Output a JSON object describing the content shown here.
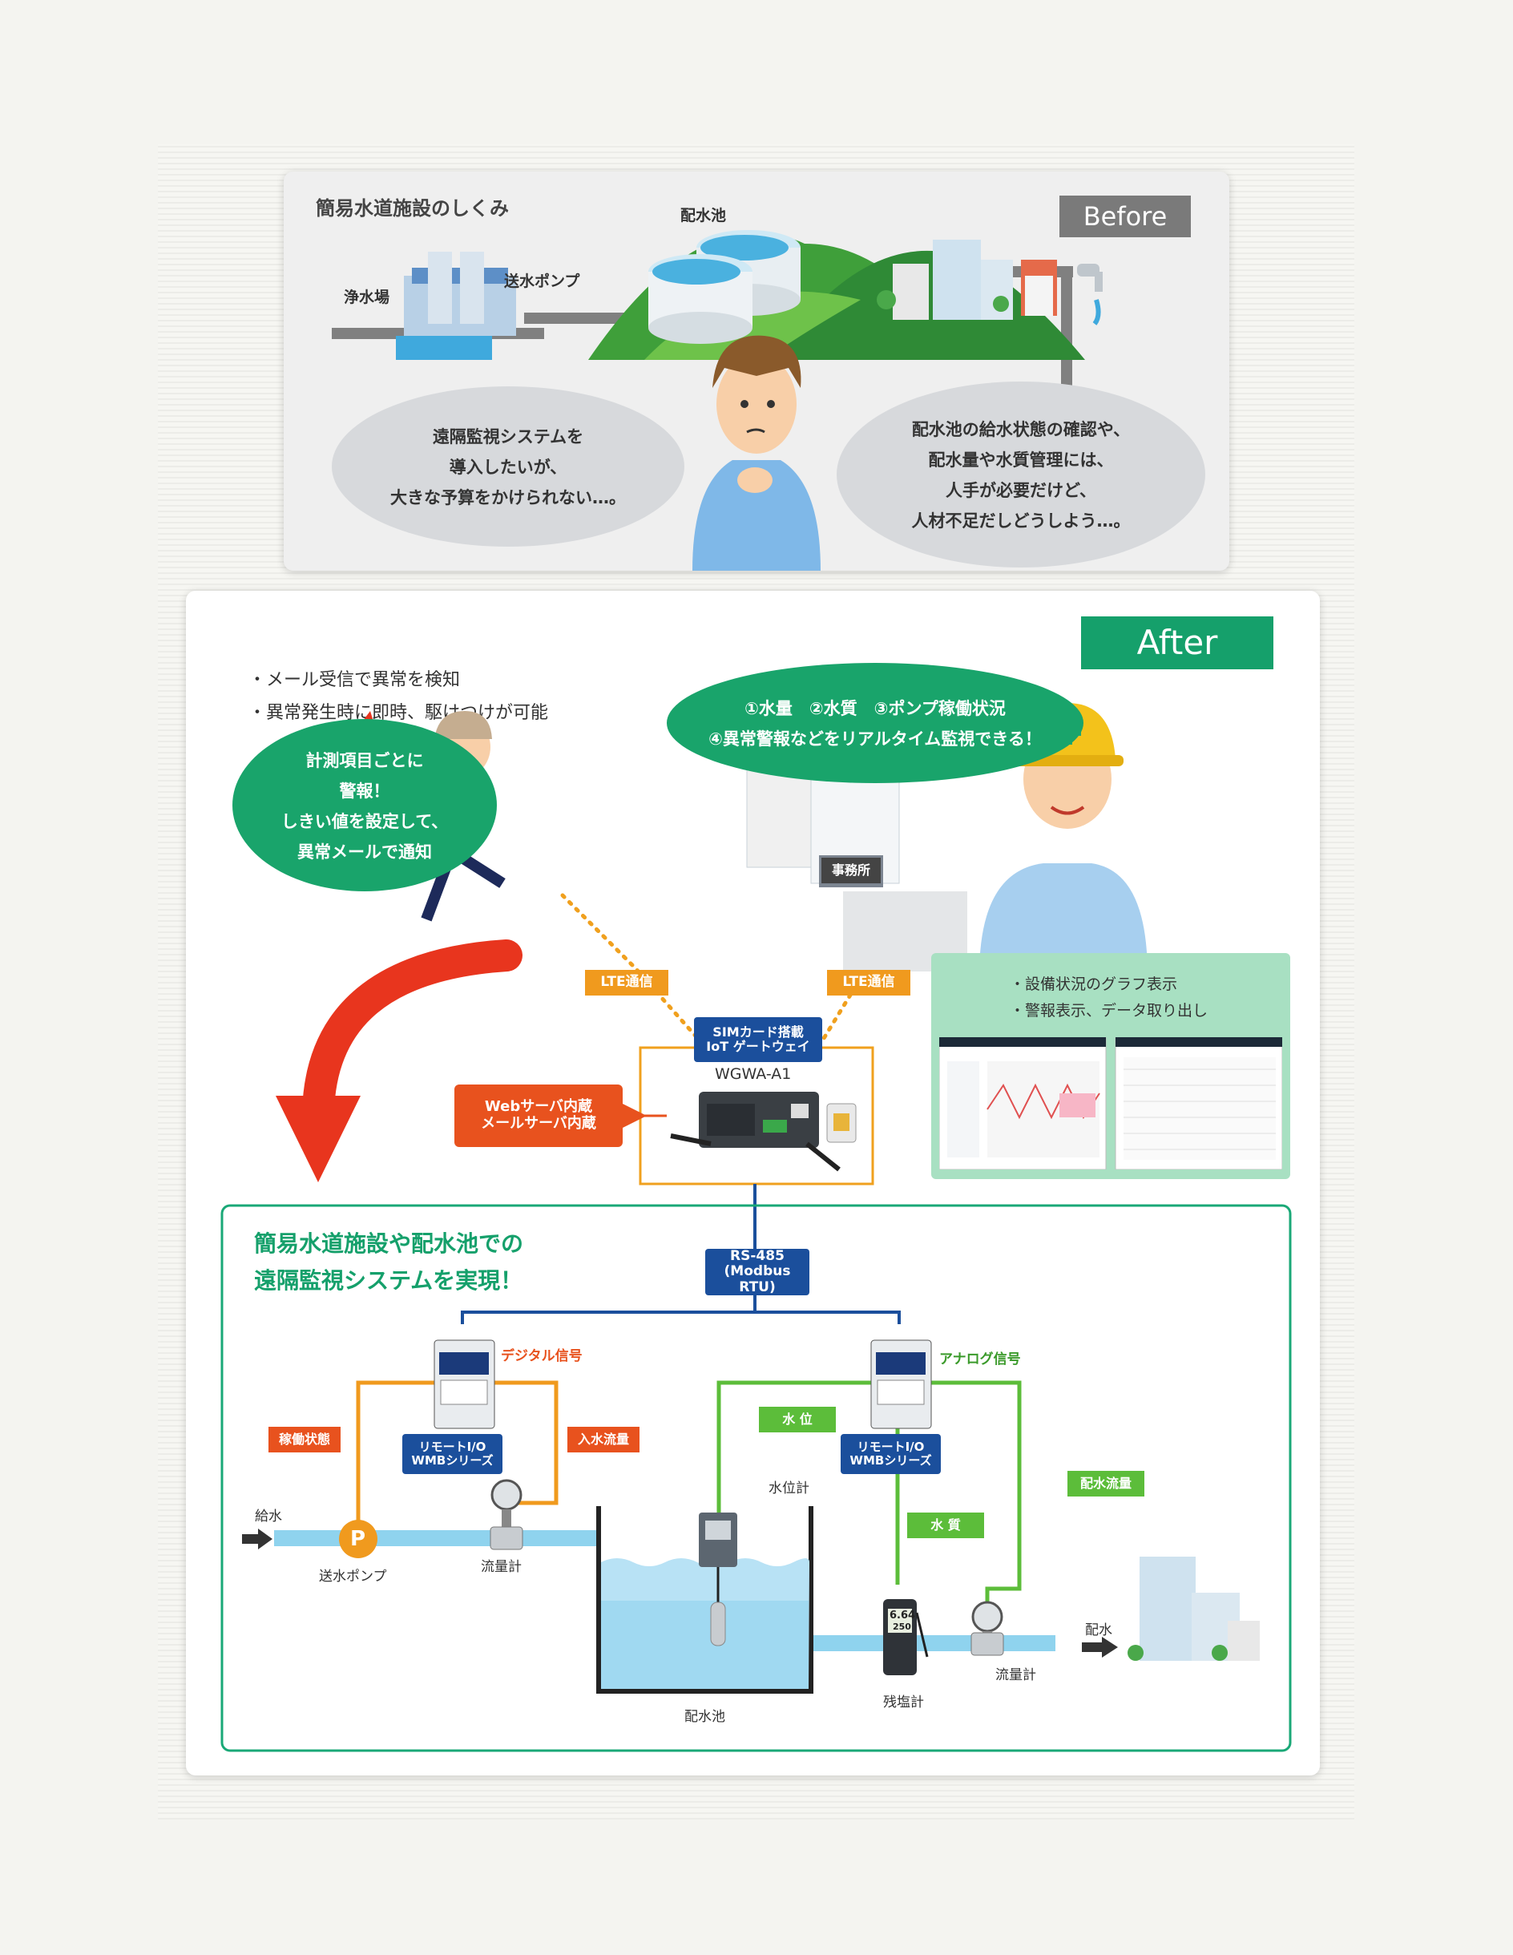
{
  "before": {
    "title": "簡易水道施設のしくみ",
    "badge": "Before",
    "labels": {
      "purification_plant": "浄水場",
      "supply_pump": "送水ポンプ",
      "distribution_reservoir": "配水池"
    },
    "bubble_left": [
      "遠隔監視システムを",
      "導入したいが、",
      "大きな予算をかけられない…。"
    ],
    "bubble_right": [
      "配水池の給水状態の確認や、",
      "配水量や水質管理には、",
      "人手が必要だけど、",
      "人材不足だしどうしよう…。"
    ]
  },
  "after": {
    "badge": "After",
    "bullets_left": [
      "・メール受信で異常を検知",
      "・異常発生時に即時、駆けつけが可能"
    ],
    "bubble_alarm": [
      "計測項目ごとに",
      "警報！",
      "しきい値を設定して、",
      "異常メールで通知"
    ],
    "bubble_monitor": [
      "①水量　②水質　③ポンプ稼働状況",
      "④異常警報などをリアルタイム監視できる！"
    ],
    "office_label": "事務所",
    "lte_left": "LTE通信",
    "lte_right": "LTE通信",
    "gateway_badge": [
      "SIMカード搭載",
      "IoT ゲートウェイ"
    ],
    "gateway_model": "WGWA-A1",
    "server_badge": [
      "Webサーバ内蔵",
      "メールサーバ内蔵"
    ],
    "dashboard_bullets": [
      "・設備状況のグラフ表示",
      "・警報表示、データ取り出し"
    ],
    "system_title": [
      "簡易水道施設や配水池での",
      "遠隔監視システムを実現！"
    ],
    "rs485": [
      "RS-485",
      "(Modbus RTU)"
    ],
    "digital_signal": "デジタル信号",
    "analog_signal": "アナログ信号",
    "remote_io_left": [
      "リモートI/O",
      "WMBシリーズ"
    ],
    "remote_io_right": [
      "リモートI/O",
      "WMBシリーズ"
    ],
    "operation_status": "稼働状態",
    "inflow": "入水流量",
    "water_level_tag": "水 位",
    "water_quality_tag": "水 質",
    "distribution_flow": "配水流量",
    "water_supply": "給水",
    "supply_pump": "送水ポンプ",
    "pump_letter": "P",
    "flow_meter_left": "流量計",
    "level_meter": "水位計",
    "reservoir": "配水池",
    "chlorine_meter": "残塩計",
    "chlorine_display": [
      "6.64",
      "250"
    ],
    "flow_meter_right": "流量計",
    "distribution": "配水"
  },
  "colors": {
    "green": "#15a06b",
    "bubble_green": "#19a46b",
    "orange": "#f09a1e",
    "red_orange": "#e8521e",
    "blue": "#1b4f9c",
    "light_green": "#5cbd3a",
    "pipe": "#8fd3ee",
    "gray_badge": "#7a7a7a"
  }
}
